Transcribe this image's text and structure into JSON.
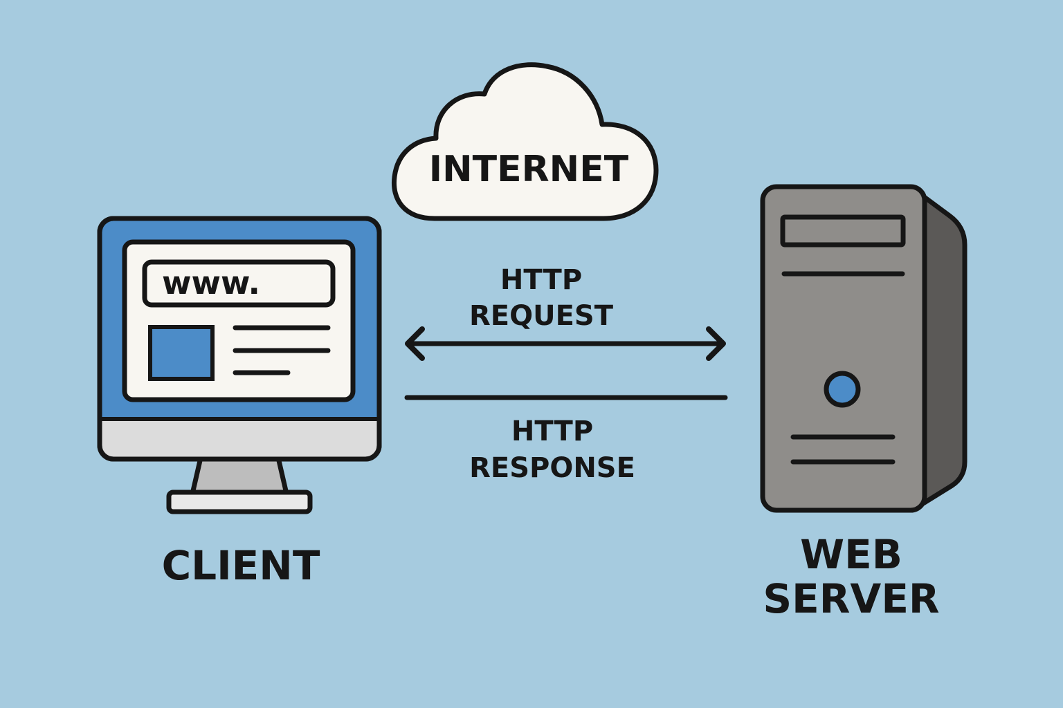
{
  "diagram": {
    "cloud": {
      "label": "INTERNET"
    },
    "client": {
      "label": "CLIENT",
      "url_text": "www."
    },
    "server": {
      "label_line1": "WEB",
      "label_line2": "SERVER"
    },
    "request": {
      "line1": "HTTP",
      "line2": "REQUEST"
    },
    "response": {
      "line1": "HTTP",
      "line2": "RESPONSE"
    }
  },
  "colors": {
    "background": "#a6cbdf",
    "outline": "#161616",
    "screen_blue": "#4c8cc8",
    "page_white": "#f8f6f1",
    "monitor_chin": "#dcdcdc",
    "stand_gray": "#bdbdbd",
    "server_front": "#8f8d8a",
    "server_side": "#5b5957",
    "server_led": "#4c8cc8"
  },
  "icons": {
    "cloud": "cloud-icon",
    "client": "computer-monitor-icon",
    "server": "server-tower-icon",
    "arrow": "double-headed-arrow-icon"
  }
}
